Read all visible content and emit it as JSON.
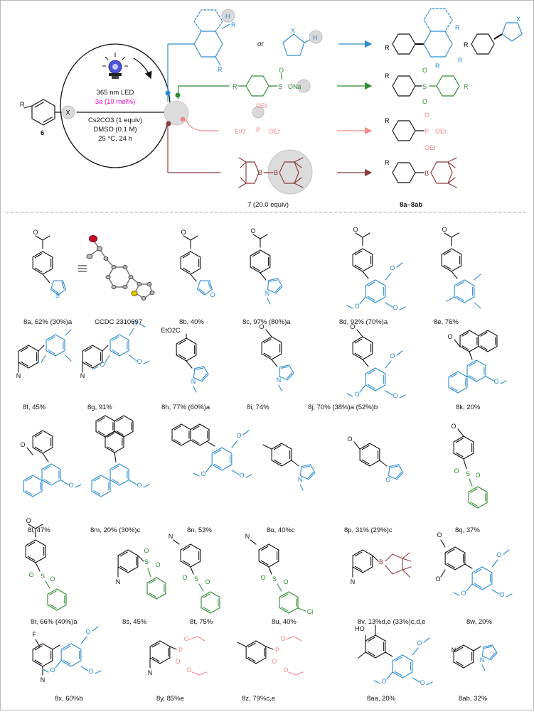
{
  "colors": {
    "aryl": "#2b8cd0",
    "sulfinate": "#2e8b30",
    "phosphite": "#ef8a8a",
    "boron": "#8b3a3a",
    "catalyst": "#e000c8",
    "ink": "#111111"
  },
  "icons": [
    "led-icon",
    "circular-arrow-icon",
    "ortep-crystal-structure-icon"
  ],
  "conditions": {
    "light": "365 nm LED",
    "catalyst": "3a (10 mol%)",
    "base": "Cs2CO3 (1 equiv)",
    "solvent": "DMSO (0.1 M)",
    "temp": "25 °C, 24 h"
  },
  "scheme": {
    "substrate": "6",
    "or": "or",
    "diboron": "7 (20.0 equiv)",
    "product_range": "8a–8ab"
  },
  "atoms": {
    "R": "R",
    "X": "X",
    "H": "H",
    "S": "S",
    "O": "O",
    "ONa": "ONa",
    "P": "P",
    "OEt": "OEt",
    "EtO": "EtO",
    "B": "B",
    "N": "N",
    "Cl": "Cl",
    "F": "F",
    "HO": "HO",
    "EtO2C": "EtO2C"
  },
  "products": {
    "p8a": "8a, 62% (30%)a",
    "ccdc": "CCDC 2310697",
    "p8b": "8b, 40%",
    "p8c": "8c, 97% (80%)a",
    "p8d": "8d, 92% (70%)a",
    "p8e": "8e, 76%",
    "p8f": "8f, 45%",
    "p8g": "8g, 91%",
    "p8h": "8h, 77% (60%)a",
    "p8i": "8i, 74%",
    "p8j": "8j, 70% (38%)a (52%)b",
    "p8k": "8k, 20%",
    "p8l": "8l, 47%",
    "p8m": "8m, 20% (30%)c",
    "p8n": "8n, 53%",
    "p8o": "8o, 40%c",
    "p8p": "8p, 31% (29%)c",
    "p8q": "8q, 37%",
    "p8r": "8r, 66% (40%)a",
    "p8s": "8s, 45%",
    "p8t": "8t, 75%",
    "p8u": "8u, 40%",
    "p8v": "8v, 13%d,e (33%)c,d,e",
    "p8w": "8w, 20%",
    "p8x": "8x, 60%b",
    "p8y": "8y, 85%e",
    "p8z": "8z, 79%c,e",
    "p8aa": "8aa, 20%",
    "p8ab": "8ab, 32%"
  }
}
